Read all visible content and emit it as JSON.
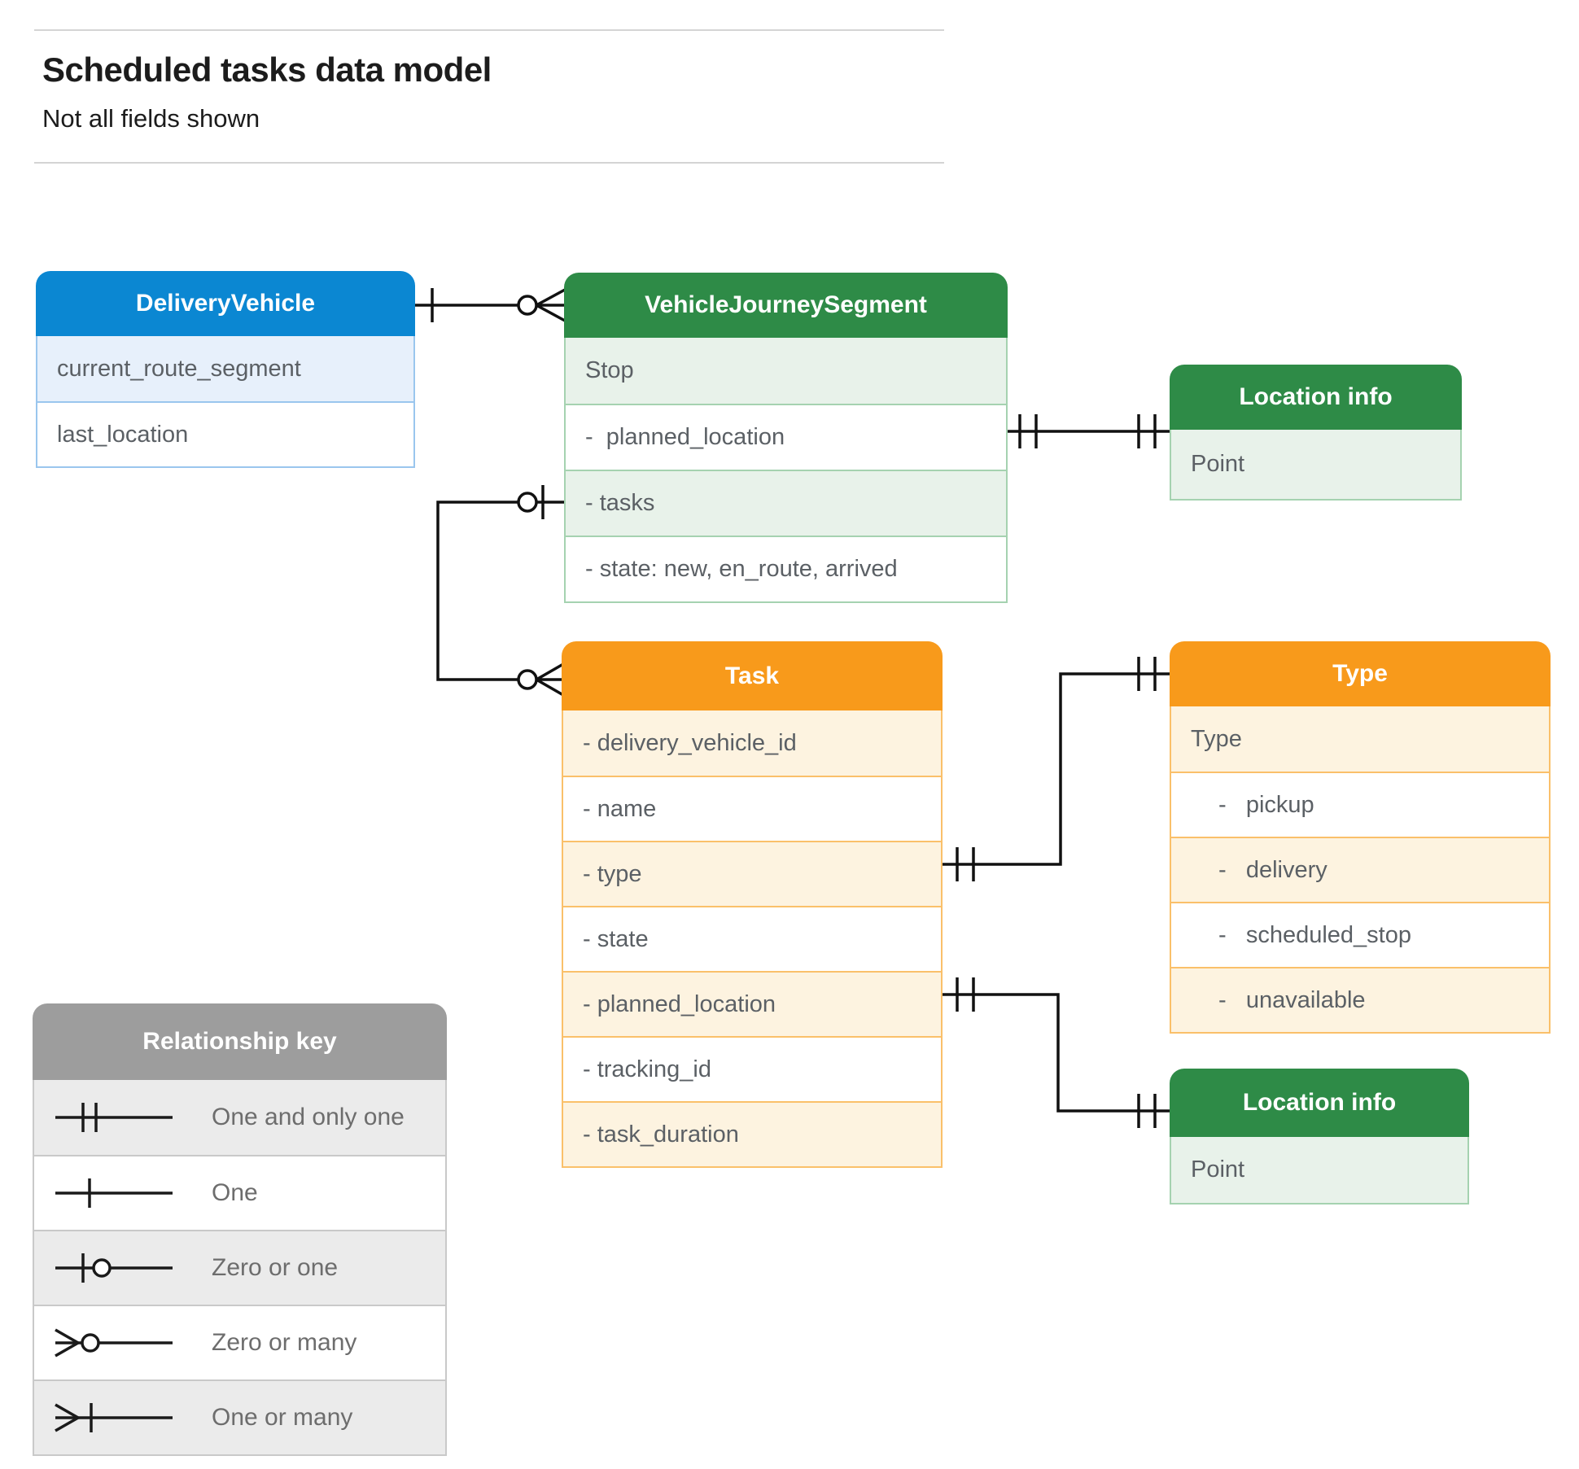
{
  "page": {
    "title": "Scheduled tasks data model",
    "subtitle": "Not all fields shown"
  },
  "colors": {
    "blue_header": "#0b87d2",
    "blue_row_tint": "#e7f0fb",
    "green_header": "#2e8b47",
    "green_row_tint": "#e8f2ea",
    "orange_header": "#f89a1b",
    "orange_row_tint": "#fdf3e0",
    "gray_header": "#9d9d9d",
    "gray_row_tint": "#ebebeb",
    "connector": "#111111"
  },
  "entities": {
    "delivery_vehicle": {
      "title": "DeliveryVehicle",
      "rows": [
        "current_route_segment",
        "last_location"
      ]
    },
    "vehicle_journey_segment": {
      "title": "VehicleJourneySegment",
      "rows": [
        "Stop",
        "-  planned_location",
        "- tasks",
        "- state: new, en_route, arrived"
      ]
    },
    "location_info_top": {
      "title": "Location info",
      "rows": [
        "Point"
      ]
    },
    "task": {
      "title": "Task",
      "rows": [
        "- delivery_vehicle_id",
        "- name",
        "- type",
        "- state",
        "- planned_location",
        "- tracking_id",
        "- task_duration"
      ]
    },
    "type": {
      "title": "Type",
      "rows": [
        "Type",
        "-   pickup",
        "-   delivery",
        "-   scheduled_stop",
        "-   unavailable"
      ]
    },
    "location_info_bottom": {
      "title": "Location info",
      "rows": [
        "Point"
      ]
    }
  },
  "legend": {
    "title": "Relationship key",
    "items": [
      {
        "symbol": "one-and-only-one",
        "label": "One and only one"
      },
      {
        "symbol": "one",
        "label": "One"
      },
      {
        "symbol": "zero-or-one",
        "label": "Zero or one"
      },
      {
        "symbol": "zero-or-many",
        "label": "Zero or many"
      },
      {
        "symbol": "one-or-many",
        "label": "One or many"
      }
    ]
  }
}
